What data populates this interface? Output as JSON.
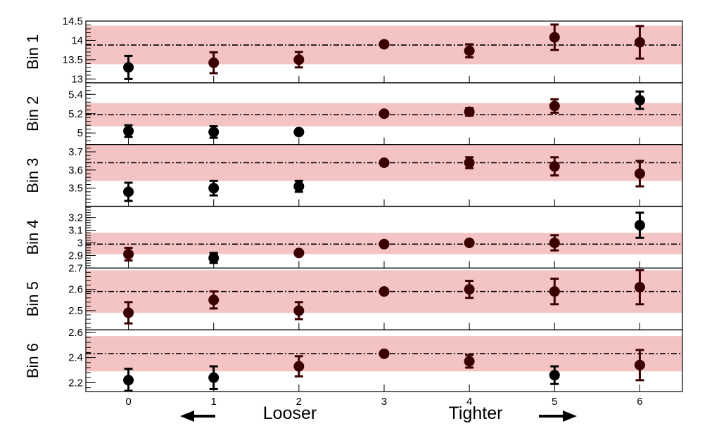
{
  "chart_data": {
    "type": "scatter",
    "x_ticks": [
      "0",
      "1",
      "2",
      "3",
      "4",
      "5",
      "6"
    ],
    "x_range": [
      -0.5,
      6.5
    ],
    "bottom_labels": {
      "looser": "Looser",
      "tighter": "Tighter"
    },
    "colors": {
      "band": "#f4c4c4",
      "reference_line": "#000000",
      "point_default": "#000000",
      "point_inside": "#3b0000"
    },
    "panels": [
      {
        "label": "Bin 1",
        "ylim": [
          12.9,
          14.5
        ],
        "reference": 13.88,
        "band": [
          13.38,
          14.38
        ],
        "y_ticks": [
          "13",
          "13.5",
          "14",
          "14.5"
        ],
        "x": [
          0,
          1,
          2,
          3,
          4,
          5,
          6
        ],
        "y": [
          13.3,
          13.42,
          13.5,
          13.9,
          13.73,
          14.08,
          13.95
        ],
        "err": [
          0.3,
          0.27,
          0.2,
          0.03,
          0.17,
          0.33,
          0.42
        ]
      },
      {
        "label": "Bin 2",
        "ylim": [
          4.88,
          5.52
        ],
        "reference": 5.19,
        "band": [
          5.07,
          5.31
        ],
        "y_ticks": [
          "5",
          "5.2",
          "5.4"
        ],
        "x": [
          0,
          1,
          2,
          3,
          4,
          5,
          6
        ],
        "y": [
          5.02,
          5.01,
          5.01,
          5.2,
          5.22,
          5.28,
          5.34
        ],
        "err": [
          0.06,
          0.06,
          0.01,
          0.01,
          0.04,
          0.07,
          0.09
        ]
      },
      {
        "label": "Bin 3",
        "ylim": [
          3.4,
          3.74
        ],
        "reference": 3.64,
        "band": [
          3.54,
          3.74
        ],
        "y_ticks": [
          "3.5",
          "3.6",
          "3.7"
        ],
        "x": [
          0,
          1,
          2,
          3,
          4,
          5,
          6
        ],
        "y": [
          3.48,
          3.5,
          3.51,
          3.64,
          3.64,
          3.62,
          3.58
        ],
        "err": [
          0.05,
          0.04,
          0.03,
          0.01,
          0.03,
          0.05,
          0.07
        ]
      },
      {
        "label": "Bin 4",
        "ylim": [
          2.8,
          3.29
        ],
        "reference": 2.99,
        "band": [
          2.91,
          3.08
        ],
        "y_ticks": [
          "2.9",
          "3",
          "3.1",
          "3.2"
        ],
        "x": [
          0,
          1,
          2,
          3,
          4,
          5,
          6
        ],
        "y": [
          2.91,
          2.88,
          2.92,
          2.99,
          3.0,
          3.0,
          3.14
        ],
        "err": [
          0.05,
          0.04,
          0.01,
          0.01,
          0.01,
          0.06,
          0.1
        ]
      },
      {
        "label": "Bin 5",
        "ylim": [
          2.41,
          2.7
        ],
        "reference": 2.59,
        "band": [
          2.49,
          2.69
        ],
        "y_ticks": [
          "2.5",
          "2.6",
          "2.7"
        ],
        "x": [
          0,
          1,
          2,
          3,
          4,
          5,
          6
        ],
        "y": [
          2.49,
          2.55,
          2.5,
          2.59,
          2.6,
          2.59,
          2.61
        ],
        "err": [
          0.05,
          0.04,
          0.04,
          0.01,
          0.04,
          0.06,
          0.08
        ]
      },
      {
        "label": "Bin 6",
        "ylim": [
          2.13,
          2.62
        ],
        "reference": 2.43,
        "band": [
          2.29,
          2.57
        ],
        "y_ticks": [
          "2.2",
          "2.4",
          "2.6"
        ],
        "x": [
          0,
          1,
          2,
          3,
          4,
          5,
          6
        ],
        "y": [
          2.22,
          2.24,
          2.33,
          2.43,
          2.37,
          2.26,
          2.34
        ],
        "err": [
          0.09,
          0.09,
          0.08,
          0.01,
          0.05,
          0.07,
          0.12
        ]
      }
    ]
  }
}
